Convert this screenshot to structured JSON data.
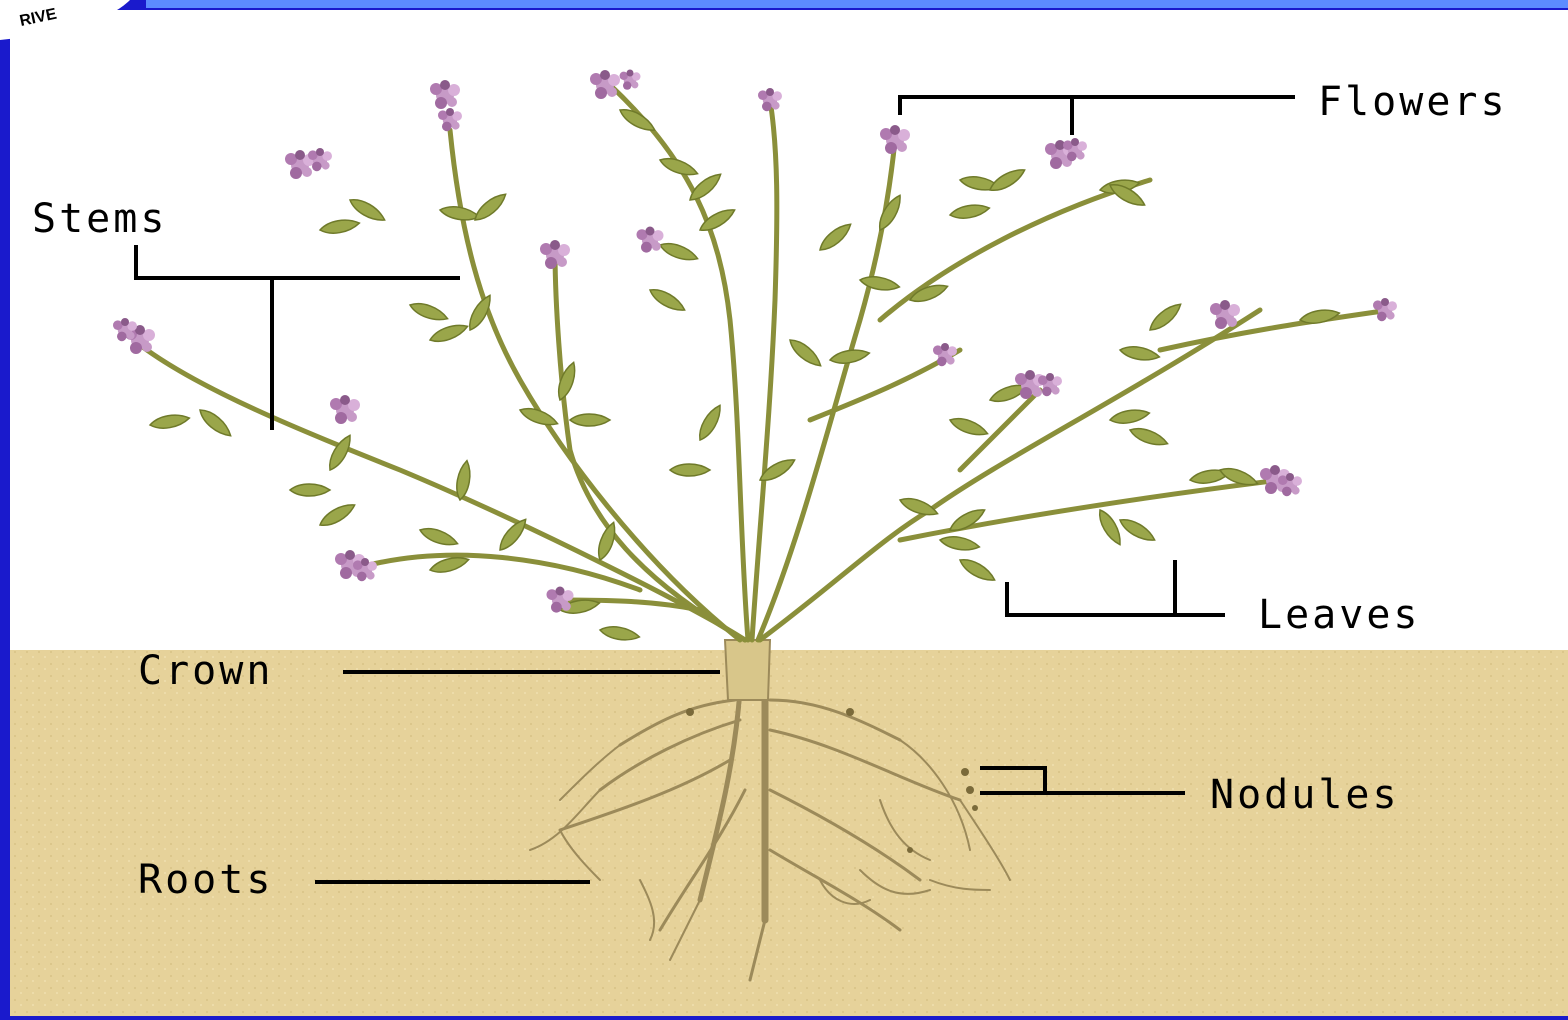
{
  "colors": {
    "frame": "#1a1acc",
    "frame_edge": "#5c8cff",
    "sky": "#ffffff",
    "soil": "#e6d29a",
    "stem": "#8a8f3a",
    "leaf": "#9aa64a",
    "leaf_dark": "#6f7a2a",
    "flower": "#c79ac7",
    "flower_dark": "#7a4a7a",
    "root": "#9c8a5a",
    "ink": "#000000"
  },
  "labels": {
    "flowers": "Flowers",
    "stems": "Stems",
    "leaves": "Leaves",
    "crown": "Crown",
    "nodules": "Nodules",
    "roots": "Roots"
  },
  "logo_text": "RIVE"
}
